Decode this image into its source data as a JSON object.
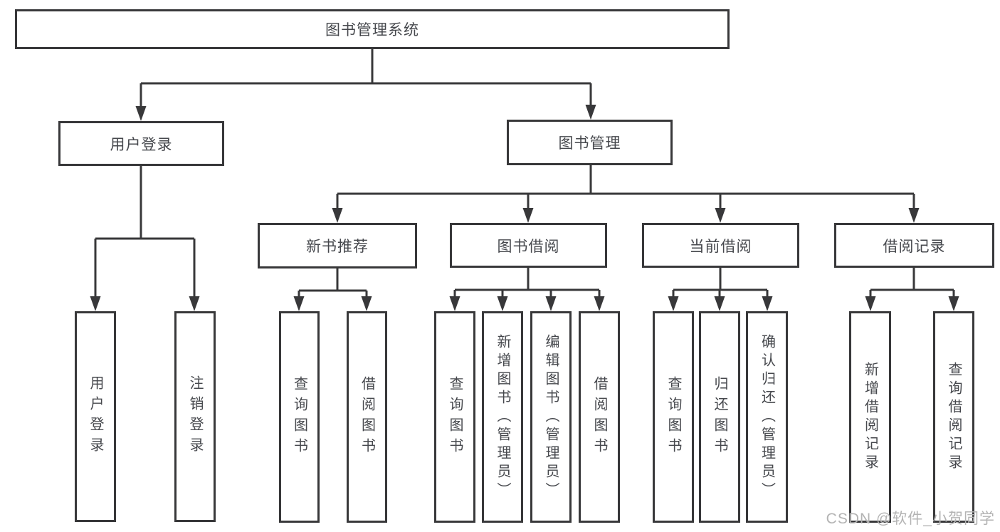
{
  "diagram_type": "tree",
  "tree": {
    "root": {
      "label": "图书管理系统"
    },
    "branches": [
      {
        "label": "用户登录",
        "children": [
          {
            "label": "用户登录"
          },
          {
            "label": "注销登录"
          }
        ]
      },
      {
        "label": "图书管理",
        "children": [
          {
            "label": "新书推荐",
            "children": [
              {
                "label": "查询图书"
              },
              {
                "label": "借阅图书"
              }
            ]
          },
          {
            "label": "图书借阅",
            "children": [
              {
                "label": "查询图书"
              },
              {
                "label": "新增图书（管理员）"
              },
              {
                "label": "编辑图书（管理员）"
              },
              {
                "label": "借阅图书"
              }
            ]
          },
          {
            "label": "当前借阅",
            "children": [
              {
                "label": "查询图书"
              },
              {
                "label": "归还图书"
              },
              {
                "label": "确认归还（管理员）"
              }
            ]
          },
          {
            "label": "借阅记录",
            "children": [
              {
                "label": "新增借阅记录"
              },
              {
                "label": "查询借阅记录"
              }
            ]
          }
        ]
      }
    ]
  },
  "watermark": {
    "text": "CSDN @软件_小贺同学"
  },
  "colors": {
    "line": "#38383a",
    "text": "#46484d",
    "watermark": "#b3b3b3",
    "background": "#ffffff"
  }
}
